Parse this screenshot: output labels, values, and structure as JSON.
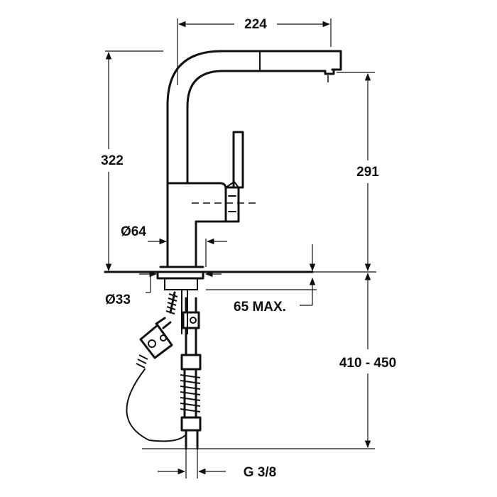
{
  "dimensions": {
    "spout_reach": "224",
    "total_height": "322",
    "spout_height": "291",
    "base_diameter": "Ø64",
    "hole_diameter": "Ø33",
    "counter_thickness": "65 MAX.",
    "hose_length": "410 - 450",
    "connection_thread": "G 3/8"
  }
}
